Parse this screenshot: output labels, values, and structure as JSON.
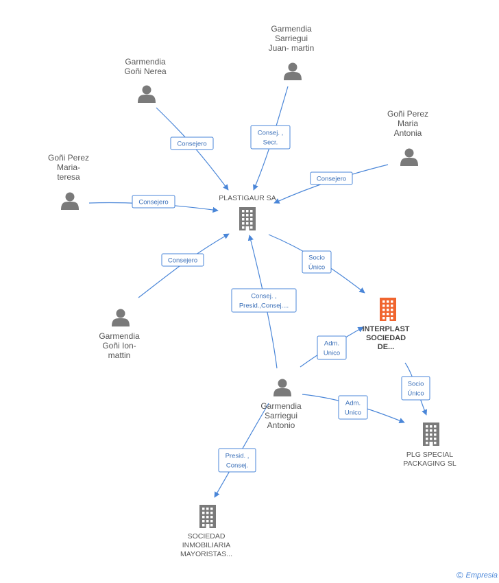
{
  "nodes": {
    "plastigaur": {
      "label": "PLASTIGAUR SA",
      "type": "company"
    },
    "interplast": {
      "label": "INTERPLAST\nSOCIEDAD\nDE...",
      "type": "company-focus"
    },
    "plg": {
      "label": "PLG SPECIAL\nPACKAGING SL",
      "type": "company"
    },
    "sociedad": {
      "label": "SOCIEDAD\nINMOBILIARIA\nMAYORISTAS...",
      "type": "company"
    },
    "nerea": {
      "label": "Garmendia\nGoñi Nerea",
      "type": "person"
    },
    "juanmartin": {
      "label": "Garmendia\nSarriegui\nJuan- martin",
      "type": "person"
    },
    "mariaantonia": {
      "label": "Goñi Perez\nMaria\nAntonia",
      "type": "person"
    },
    "mariateresa": {
      "label": "Goñi Perez\nMaria-\nteresa",
      "type": "person"
    },
    "ionmattin": {
      "label": "Garmendia\nGoñi Ion-\nmattin",
      "type": "person"
    },
    "antonio": {
      "label": "Garmendia\nSarriegui\nAntonio",
      "type": "person"
    }
  },
  "edges": [
    {
      "from": "nerea",
      "to": "plastigaur",
      "label": [
        "Consejero"
      ]
    },
    {
      "from": "juanmartin",
      "to": "plastigaur",
      "label": [
        "Consej. ,",
        "Secr."
      ]
    },
    {
      "from": "mariaantonia",
      "to": "plastigaur",
      "label": [
        "Consejero"
      ]
    },
    {
      "from": "mariateresa",
      "to": "plastigaur",
      "label": [
        "Consejero"
      ]
    },
    {
      "from": "ionmattin",
      "to": "plastigaur",
      "label": [
        "Consejero"
      ]
    },
    {
      "from": "antonio",
      "to": "plastigaur",
      "label": [
        "Consej. ,",
        "Presid.,Consej...."
      ]
    },
    {
      "from": "plastigaur",
      "to": "interplast",
      "label": [
        "Socio",
        "Único"
      ]
    },
    {
      "from": "antonio",
      "to": "interplast",
      "label": [
        "Adm.",
        "Unico"
      ]
    },
    {
      "from": "interplast",
      "to": "plg",
      "label": [
        "Socio",
        "Único"
      ]
    },
    {
      "from": "antonio",
      "to": "plg",
      "label": [
        "Adm.",
        "Unico"
      ]
    },
    {
      "from": "antonio",
      "to": "sociedad",
      "label": [
        "Presid. ,",
        "Consej."
      ]
    }
  ],
  "colors": {
    "edge": "#4a86d8",
    "person": "#7a7a7a",
    "company": "#7a7a7a",
    "focus": "#f0652f"
  },
  "footer": {
    "copyright": "©",
    "brand": "Empresia"
  }
}
